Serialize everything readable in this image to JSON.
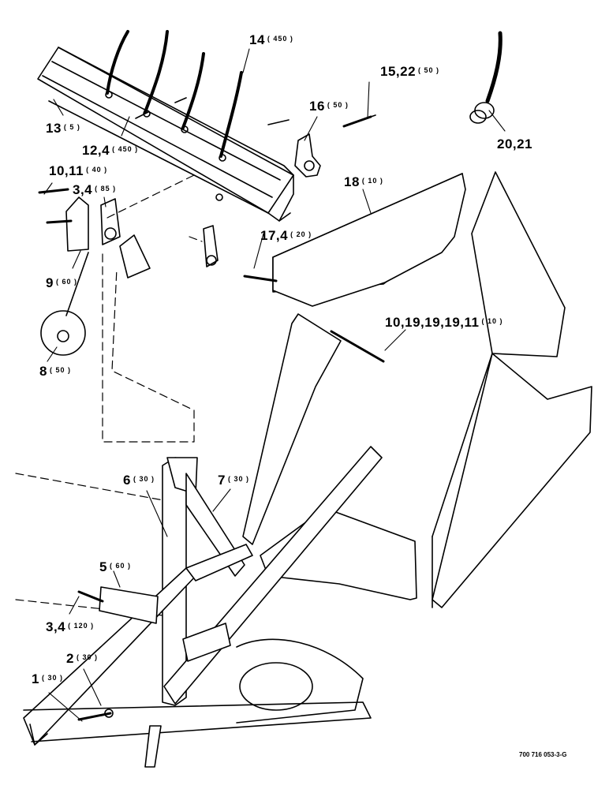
{
  "figure_ref": "700 716 053-3-G",
  "callouts": [
    {
      "id": "c14",
      "number": "14",
      "qty": "( 450 )"
    },
    {
      "id": "c15",
      "number": "15,22",
      "qty": "( 50 )"
    },
    {
      "id": "c16",
      "number": "16",
      "qty": "( 50 )"
    },
    {
      "id": "c13",
      "number": "13",
      "qty": "( 5 )"
    },
    {
      "id": "c12",
      "number": "12,4",
      "qty": "( 450 )"
    },
    {
      "id": "c20",
      "number": "20,21",
      "qty": ""
    },
    {
      "id": "c10a",
      "number": "10,11",
      "qty": "( 40 )"
    },
    {
      "id": "c3a",
      "number": "3,4",
      "qty": "( 85 )"
    },
    {
      "id": "c18",
      "number": "18",
      "qty": "( 10 )"
    },
    {
      "id": "c17",
      "number": "17,4",
      "qty": "( 20 )"
    },
    {
      "id": "c9",
      "number": "9",
      "qty": "( 60 )"
    },
    {
      "id": "c10b",
      "number": "10,19,19,19,11",
      "qty": "( 10 )"
    },
    {
      "id": "c8",
      "number": "8",
      "qty": "( 50 )"
    },
    {
      "id": "c6",
      "number": "6",
      "qty": "( 30 )"
    },
    {
      "id": "c7",
      "number": "7",
      "qty": "( 30 )"
    },
    {
      "id": "c5",
      "number": "5",
      "qty": "( 60 )"
    },
    {
      "id": "c3b",
      "number": "3,4",
      "qty": "( 120 )"
    },
    {
      "id": "c2",
      "number": "2",
      "qty": "( 30 )"
    },
    {
      "id": "c1",
      "number": "1",
      "qty": "( 30 )"
    }
  ]
}
